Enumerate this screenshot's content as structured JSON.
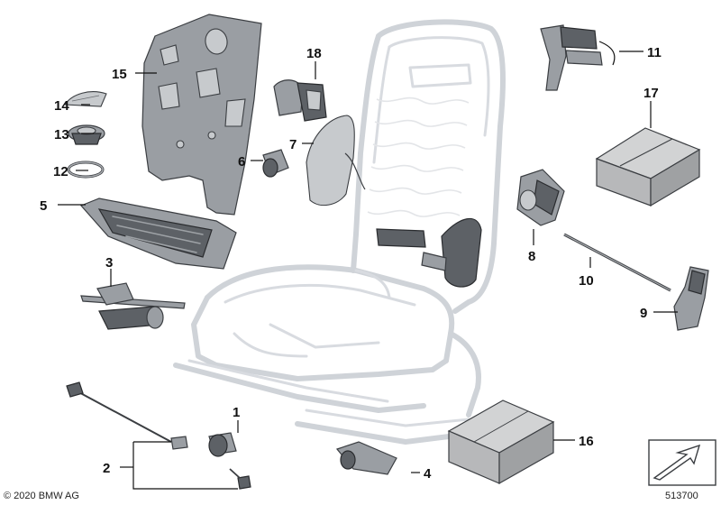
{
  "callouts": {
    "c1": "1",
    "c2": "2",
    "c3": "3",
    "c4": "4",
    "c5": "5",
    "c6": "6",
    "c7": "7",
    "c8": "8",
    "c9": "9",
    "c10": "10",
    "c11": "11",
    "c12": "12",
    "c13": "13",
    "c14": "14",
    "c15": "15",
    "c16": "16",
    "c17": "17",
    "c18": "18"
  },
  "footer": {
    "copyright": "© 2020 BMW AG",
    "diagram_number": "513700"
  }
}
